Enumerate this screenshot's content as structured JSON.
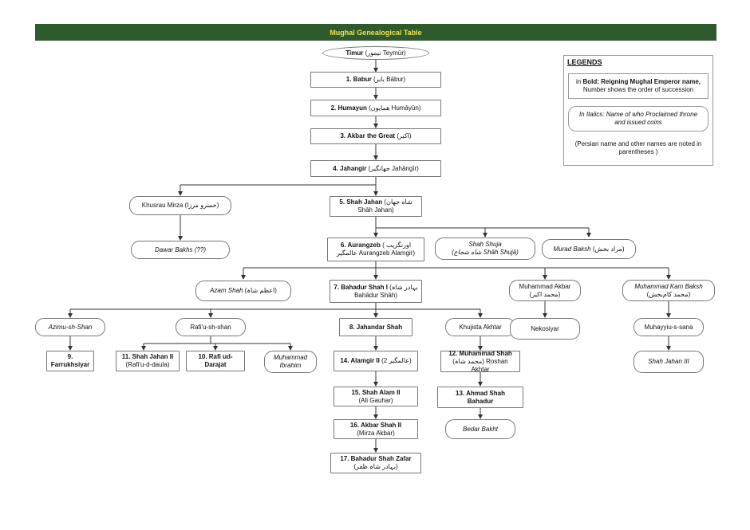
{
  "title": "Mughal Genealogical Table",
  "legend": {
    "heading": "LEGENDS",
    "bold_line1_prefix": "in",
    "bold_line1_bold": "Bold: Reigning Mughal Emperor name,",
    "bold_line2": "Number shows the order of succession",
    "italic_line1": "In Italics: Name of who Proclaimed throne",
    "italic_line2": "and issued coins",
    "note_line1": "(Persian name and other names are noted in",
    "note_line2": "parentheses )"
  },
  "nodes": {
    "timur": {
      "bold": "Timur",
      "rest": " (تیمور Teymūr)"
    },
    "babur": {
      "bold": "1. Babur",
      "rest": " (بابر Bābur)"
    },
    "humayun": {
      "bold": "2. Humayun",
      "rest": " (همايون Humāyūn)"
    },
    "akbar": {
      "bold": "3. Akbar the Great",
      "rest": " (اکبر)"
    },
    "jahangir": {
      "bold": "4. Jahangir",
      "rest": " (جهانگیر Jahāngīr)"
    },
    "khusrau": {
      "line1": "Khusrau Mirza (خسرو مرزا)"
    },
    "shahjahan": {
      "bold": "5. Shah Jahan",
      "rest": " (شاه جهان",
      "line2": "Shāh Jahan)"
    },
    "dawar": {
      "line1": "Dawar Bakhs (??)"
    },
    "aurangzeb": {
      "bold": "6. Aurangzeb",
      "rest": " ( اورنگزیب",
      "line2": "عالمگیر Aurangzeb Alamgir)"
    },
    "shuja": {
      "line1": "Shah Shuja",
      "line2": "(شاه شجاع Shāh Shujā)"
    },
    "murad": {
      "line1": "Murad Baksh",
      "rest": " (مراد بخش)"
    },
    "azam": {
      "line1": "Azam Shah",
      "rest": " (اعظم شاہ)"
    },
    "bahadur1": {
      "bold": "7. Bahadur Shah I",
      "rest": " (بہادر شاہ",
      "line2": "Bahādur Shāh)"
    },
    "makbar": {
      "line1": "Muhammad Akbar (محمد اکبر)"
    },
    "mkambaksh": {
      "line1": "Muhammad Kam Baksh",
      "line2": "(محمد کام‌بخش)"
    },
    "azimushan": {
      "line1": "Azimu-sh-Shan"
    },
    "rafiushan": {
      "line1": "Rafi'u-sh-shan"
    },
    "jahandar": {
      "bold": "8. Jahandar Shah"
    },
    "khujista": {
      "line1": "Khujista Akhtar"
    },
    "nekosiyar": {
      "line1": "Nekosiyar"
    },
    "muhayyiu": {
      "line1": "Muhayyiu-s-sana"
    },
    "farrukh": {
      "bold": "9.",
      "bold2": "Farrukhsiyar"
    },
    "shahjahan2": {
      "bold": "11. Shah Jahan II",
      "line2": "(Rafi'u-d-daula)"
    },
    "rafiud": {
      "bold": "10. Rafi ud-",
      "bold2": "Darajat"
    },
    "mibrahim": {
      "line1": "Muhammad",
      "line2": "Ibrahim"
    },
    "alamgir2": {
      "bold": "14. Alamgir II",
      "rest": " (عالمگیر 2)"
    },
    "mshah": {
      "bold": "12. Muhammad Shah",
      "line2": "(محمد شاہ) Roshan Akhtar"
    },
    "shahjahan3": {
      "line1": "Shah Jahan III"
    },
    "shahalam": {
      "bold": "15. Shah Alam II",
      "line2": "(Ali Gauhar)"
    },
    "ahmadshah": {
      "bold": "13. Ahmad Shah",
      "bold2": "Bahadur"
    },
    "bedar": {
      "line1": "Bedar Bakht"
    },
    "akbar2": {
      "bold": "16. Akbar Shah II",
      "line2": "(Mirza Akbar)"
    },
    "zafar": {
      "bold": "17. Bahadur Shah Zafar",
      "line2": "(بہادر شاہ ظفر)"
    }
  }
}
